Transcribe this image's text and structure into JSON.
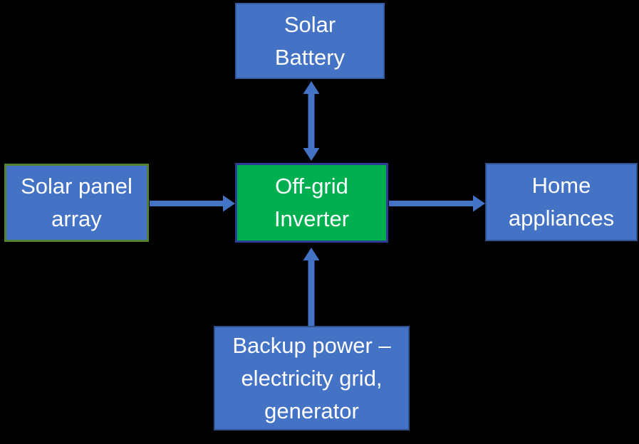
{
  "diagram": {
    "background_color": "#000000",
    "colors": {
      "box_blue_fill": "#4472C4",
      "box_blue_border": "#2F528F",
      "box_green_fill": "#00B050",
      "box_green_border": "#2E3D94",
      "panel_box_border": "#548235",
      "arrow": "#4472C4",
      "text": "#FFFFFF"
    },
    "nodes": [
      {
        "id": "solar-battery",
        "lines": [
          "Solar",
          "Battery"
        ]
      },
      {
        "id": "solar-panel-array",
        "lines": [
          "Solar panel",
          "array"
        ]
      },
      {
        "id": "off-grid-inverter",
        "lines": [
          "Off-grid",
          "Inverter"
        ]
      },
      {
        "id": "home-appliances",
        "lines": [
          "Home",
          "appliances"
        ]
      },
      {
        "id": "backup-power",
        "lines": [
          "Backup power –",
          "electricity grid,",
          "generator"
        ]
      }
    ],
    "edges": [
      {
        "from": "solar-battery",
        "to": "off-grid-inverter",
        "direction": "bidirectional"
      },
      {
        "from": "solar-panel-array",
        "to": "off-grid-inverter",
        "direction": "one-way"
      },
      {
        "from": "off-grid-inverter",
        "to": "home-appliances",
        "direction": "one-way"
      },
      {
        "from": "backup-power",
        "to": "off-grid-inverter",
        "direction": "one-way"
      }
    ]
  }
}
